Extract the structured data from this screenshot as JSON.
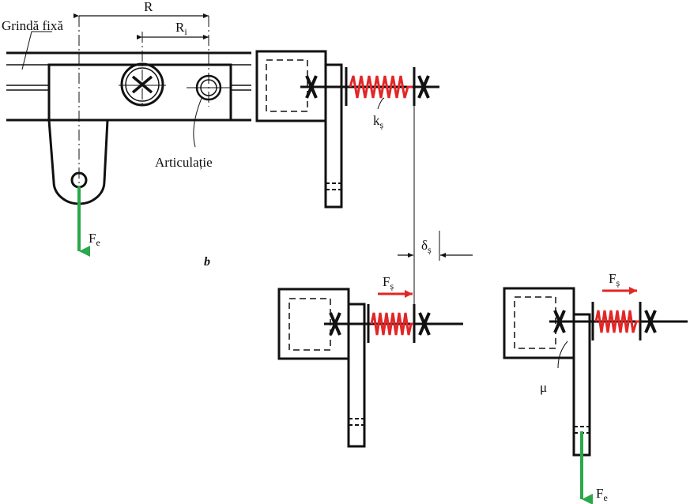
{
  "labels": {
    "fixed_beam": "Grindă fixă",
    "radius_R": "R",
    "radius_Ri_main": "R",
    "radius_Ri_sub": "i",
    "joint": "Articulație",
    "force_Fe_top_main": "F",
    "force_Fe_top_sub": "e",
    "spring_k_main": "k",
    "spring_k_sub": "ș",
    "delta_main": "δ",
    "delta_sub": "ș",
    "force_Fs_mid_main": "F",
    "force_Fs_mid_sub": "ș",
    "force_Fs_right_main": "F",
    "force_Fs_right_sub": "ș",
    "mu": "μ",
    "force_Fe_bottom_main": "F",
    "force_Fe_bottom_sub": "e",
    "figure_letter": "b"
  },
  "colors": {
    "outline": "#111111",
    "spring": "#e32626",
    "force_arrow_red": "#e32626",
    "force_arrow_green": "#2aa84a"
  }
}
